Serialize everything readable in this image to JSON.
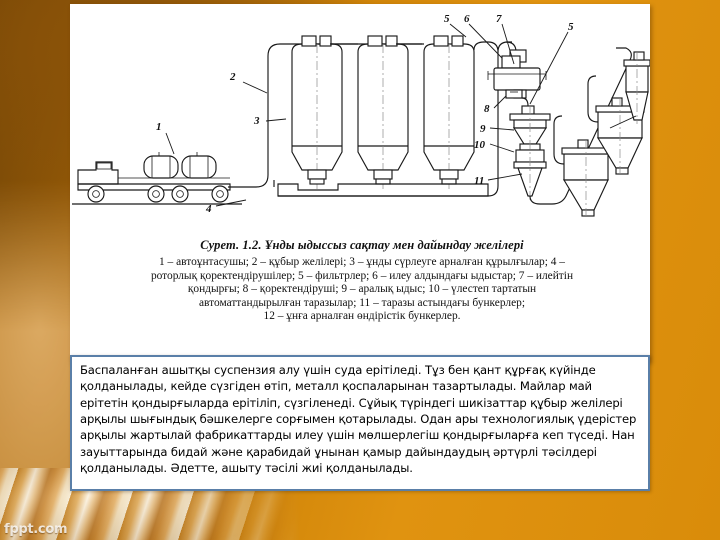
{
  "slide": {
    "background_color": "#d98c0a",
    "panel_color": "#ffffff",
    "textbox_border_color": "#5a7fa8",
    "watermark": "fppt.com"
  },
  "figure": {
    "caption": "Сурет. 1.2. Ұнды ыдыссыз сақтау мен дайындау желілері",
    "legend_lines": [
      "1 – автоұнтасушы; 2 – құбыр желілері; 3 – ұнды сүрлеуге арналған құрылғылар; 4 –",
      "роторлық қоректендірушілер; 5 – фильтрлер; 6 – илеу алдындағы ыдыстар; 7 – илейтін",
      "қондырғы; 8 – қоректендіруші; 9 – аралық ыдыс; 10 – үлестеп тартатын",
      "автоматтандырылған таразылар; 11 – таразы астындағы бункерлер;",
      "12 – ұнға арналған өндірістік бункерлер."
    ],
    "callouts": [
      {
        "id": "1",
        "label": "автоұнтасушы"
      },
      {
        "id": "2",
        "label": "құбыр желілері"
      },
      {
        "id": "3",
        "label": "ұнды сүрлеуге арналған құрылғылар"
      },
      {
        "id": "4",
        "label": "роторлық қоректендірушілер"
      },
      {
        "id": "5",
        "label": "фильтрлер"
      },
      {
        "id": "6",
        "label": "илеу алдындағы ыдыстар"
      },
      {
        "id": "7",
        "label": "илейтін қондырғы"
      },
      {
        "id": "8",
        "label": "қоректендіруші"
      },
      {
        "id": "9",
        "label": "аралық ыдыс"
      },
      {
        "id": "10",
        "label": "үлестеп тартатын автоматтандырылған таразылар"
      },
      {
        "id": "11",
        "label": "таразы астындағы бункерлер"
      },
      {
        "id": "12",
        "label": "ұнға арналған өндірістік бункерлер"
      }
    ]
  },
  "body": {
    "paragraph": "Баспаланған ашытқы суспензия алу үшін суда ерітіледі. Тұз бен қант құрғақ күйінде қолданылады, кейде сүзгіден өтіп, металл қоспаларынан тазартылады. Майлар май ерітетін қондырғыларда ерітіліп, сүзгіленеді. Сұйық түріндегі шикізаттар құбыр желілері арқылы шығындық бәшкелерге сорғымен қотарылады. Одан ары технологиялық үдерістер арқылы жартылай фабрикаттарды илеу үшін мөлшерлегіш қондырғыларға кеп түседі. Нан зауыттарында бидай және қарабидай ұнынан қамыр дайындаудың әртүрлі тәсілдері қолданылады. Әдетте, ашыту тәсілі жиі қолданылады."
  }
}
